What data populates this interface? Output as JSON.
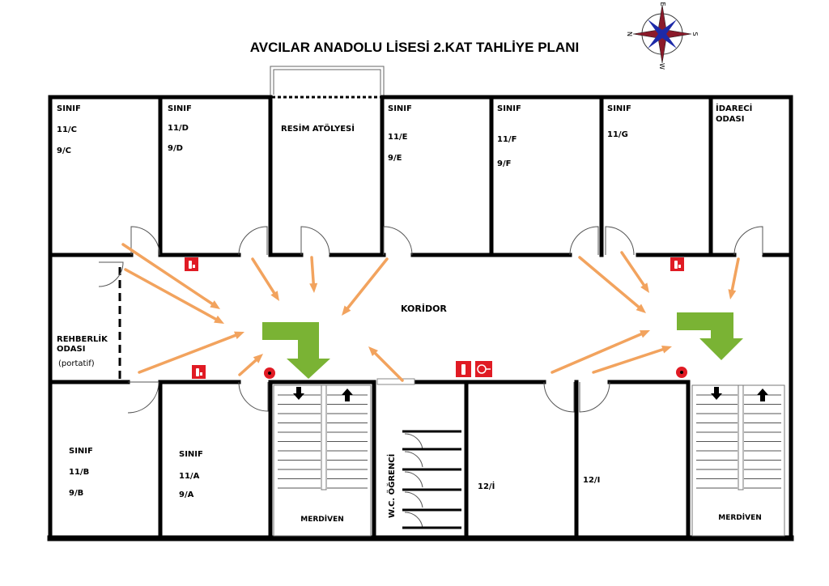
{
  "title": "AVCILAR ANADOLU LİSESİ 2.KAT TAHLİYE PLANI",
  "compass": {
    "top": "E",
    "left": "N",
    "right": "S",
    "bottom": "W"
  },
  "rooms": {
    "c": [
      "SINIF",
      "11/C",
      "9/C"
    ],
    "d": [
      "SINIF",
      "11/D",
      "9/D"
    ],
    "resim": "RESİM ATÖLYESİ",
    "e": [
      "SINIF",
      "11/E",
      "9/E"
    ],
    "f": [
      "SINIF",
      "11/F",
      "9/F"
    ],
    "g": [
      "SINIF",
      "11/G"
    ],
    "idareci": [
      "İDARECİ",
      "ODASI"
    ],
    "rehberlik": [
      "REHBERLİK",
      "ODASI",
      "(portatif)"
    ],
    "koridor": "KORİDOR",
    "b": [
      "SINIF",
      "11/B",
      "9/B"
    ],
    "a": [
      "SINIF",
      "11/A",
      "9/A"
    ],
    "merdiven_left": "MERDİVEN",
    "wc": "W.C. ÖĞRENCİ",
    "i12a": "12/İ",
    "i12b": "12/I",
    "merdiven_right": "MERDİVEN"
  },
  "colors": {
    "arrow": "#f2a35e",
    "green": "#7ab334",
    "red": "#e01b24"
  }
}
